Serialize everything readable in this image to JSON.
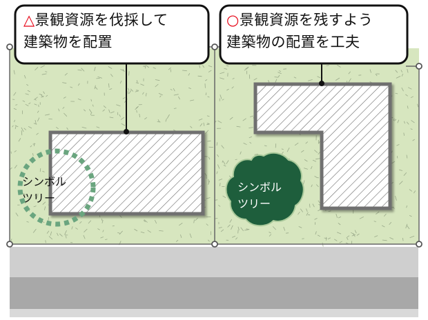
{
  "left": {
    "mark": "△",
    "caption_line1": "景観資源を伐採して",
    "caption_line2": "建築物を配置",
    "tree_line1": "シンボル",
    "tree_line2": "ツリー"
  },
  "right": {
    "mark": "○",
    "caption_line1": "景観資源を残すよう",
    "caption_line2": "建築物の配置を工夫",
    "tree_line1": "シンボル",
    "tree_line2": "ツリー"
  },
  "colors": {
    "lawn": "#d7e6bf",
    "building_outline": "#6f6f6f",
    "tree_dark": "#1e5e3c",
    "tree_dashed": "#6aa57f",
    "road": "#a8a8a8",
    "sidewalk": "#cfcfcf",
    "mark_red": "#e60012"
  }
}
